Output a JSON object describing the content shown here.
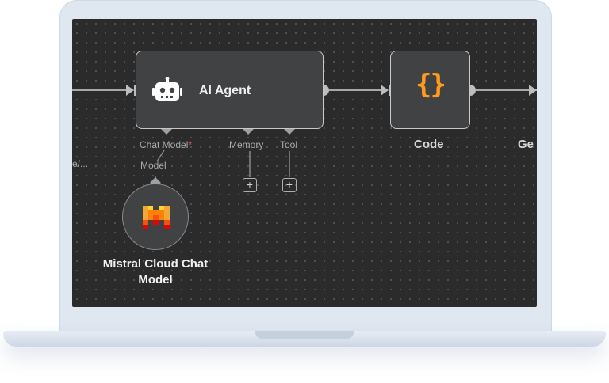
{
  "workflow": {
    "nodes": {
      "agent": {
        "title": "AI Agent",
        "icon": "robot-icon"
      },
      "code": {
        "title": "Code",
        "icon": "curly-braces-icon",
        "icon_text": "{}"
      },
      "next": {
        "title_partial": "Ge"
      },
      "previous": {
        "title_partial": "e/..."
      },
      "mistral": {
        "title": "Mistral Cloud Chat Model",
        "icon": "mistral-logo-icon"
      }
    },
    "connectors": {
      "chat_model": "Chat Model",
      "required_mark": "*",
      "memory": "Memory",
      "tool": "Tool",
      "model": "Model",
      "add_symbol": "+"
    }
  },
  "colors": {
    "canvas": "#2b2b2b",
    "node_fill": "#414244",
    "node_border": "#c9c9c9",
    "code_icon": "#ff9a1f",
    "required": "#ff5a5a"
  }
}
